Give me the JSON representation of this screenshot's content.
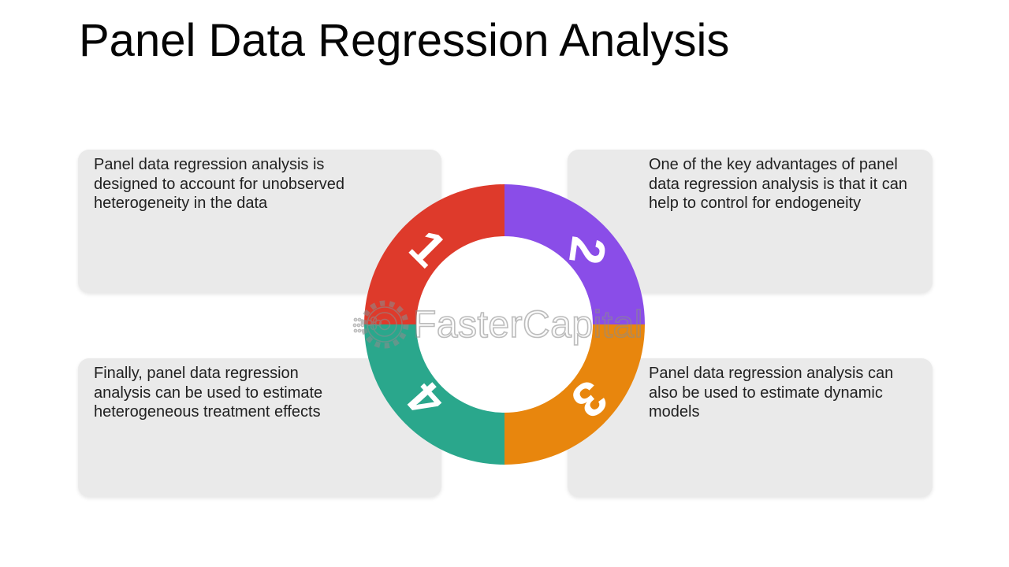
{
  "slide": {
    "title": "Panel Data Regression Analysis"
  },
  "watermark": {
    "text": "FasterCapital",
    "icon": "gear-icon"
  },
  "diagram": {
    "type": "four-segment-donut-cycle",
    "center_color": "#FFFFFF",
    "card_background": "#EAEAEA",
    "segments": [
      {
        "number": "1",
        "position": "top-left",
        "color": "#DE3A2B",
        "lines": [
          "Panel data regression analysis is",
          "designed to account for unobserved",
          "heterogeneity in the data"
        ]
      },
      {
        "number": "2",
        "position": "top-right",
        "color": "#8A4DE8",
        "lines": [
          "One of the key advantages of panel",
          "data regression analysis is that it can",
          "help to control for endogeneity"
        ]
      },
      {
        "number": "3",
        "position": "bottom-right",
        "color": "#E8860D",
        "lines": [
          "Panel data regression analysis can",
          "also be used to estimate dynamic",
          "models"
        ]
      },
      {
        "number": "4",
        "position": "bottom-left",
        "color": "#2AA78C",
        "lines": [
          "Finally, panel data regression",
          "analysis can be used to estimate",
          "heterogeneous treatment effects"
        ]
      }
    ]
  }
}
